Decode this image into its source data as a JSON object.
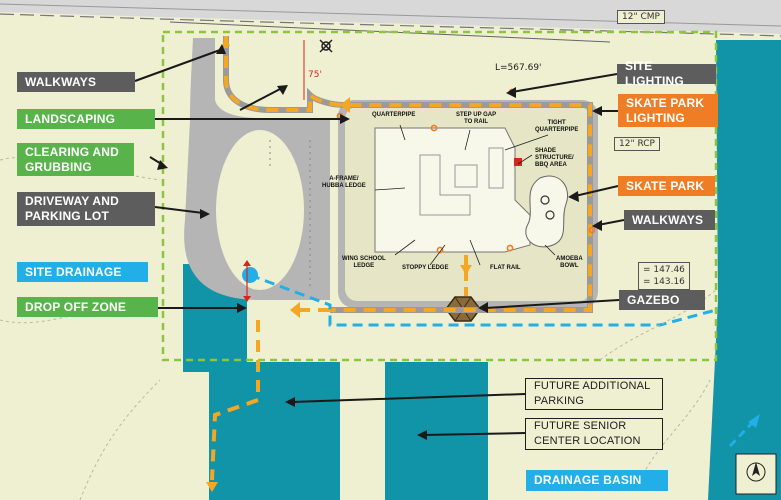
{
  "labels": {
    "walkways_left": "WALKWAYS",
    "landscaping": "LANDSCAPING",
    "clearing": "CLEARING AND\nGRUBBING",
    "driveway": "DRIVEWAY AND\nPARKING LOT",
    "site_drainage": "SITE DRAINAGE",
    "drop_off": "DROP OFF ZONE",
    "site_lighting": "SITE LIGHTING",
    "skate_lighting": "SKATE PARK\nLIGHTING",
    "skate_park": "SKATE PARK",
    "walkways_right": "WALKWAYS",
    "gazebo": "GAZEBO",
    "future_parking": "FUTURE ADDITIONAL\nPARKING",
    "future_senior": "FUTURE SENIOR\nCENTER LOCATION",
    "drainage_basin": "DRAINAGE BASIN"
  },
  "features": {
    "quarterpipe": "QUARTERPIPE",
    "step_up": "STEP UP GAP\nTO RAIL",
    "tight_qp": "TIGHT\nQUARTERPIPE",
    "shade": "SHADE\nSTRUCTURE/\nBBQ AREA",
    "aframe": "A-FRAME/\nHUBBA LEDGE",
    "wing": "WING SCHOOL\nLEDGE",
    "stoppy": "STOPPY LEDGE",
    "flat_rail": "FLAT RAIL",
    "amoeba": "AMOEBA\nBOWL"
  },
  "annotations": {
    "cmp": "12\" CMP",
    "rcp": "12\" RCP",
    "length": "L=567.69'",
    "dim75": "75'",
    "elev1": "= 147.46",
    "elev2": "= 143.16"
  },
  "colors": {
    "walkway": "#f5a623",
    "drainage": "#22aee6",
    "clearing": "#8cc63f",
    "basin": "#1193a8",
    "pavement": "#b5b5b5"
  }
}
